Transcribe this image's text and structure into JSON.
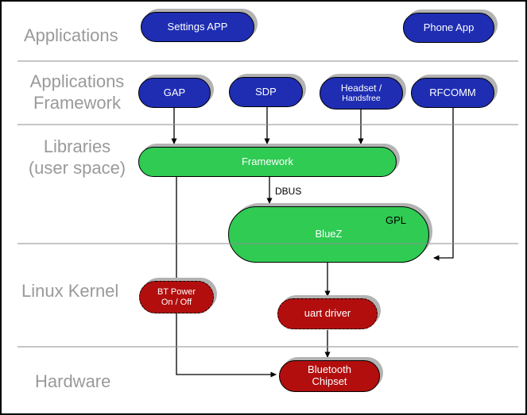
{
  "diagram": {
    "layers": {
      "applications": "Applications",
      "applications_framework_line1": "Applications",
      "applications_framework_line2": "Framework",
      "libraries_line1": "Libraries",
      "libraries_line2": "(user space)",
      "linux_kernel": "Linux Kernel",
      "hardware": "Hardware"
    },
    "nodes": {
      "settings_app": {
        "label": "Settings APP"
      },
      "phone_app": {
        "label": "Phone App"
      },
      "gap": {
        "label": "GAP"
      },
      "sdp": {
        "label": "SDP"
      },
      "headset": {
        "line1": "Headset /",
        "line2": "Handsfree"
      },
      "rfcomm": {
        "label": "RFCOMM"
      },
      "framework": {
        "label": "Framework"
      },
      "bluez": {
        "label": "BlueZ",
        "badge": "GPL"
      },
      "bt_power": {
        "line1": "BT Power",
        "line2": "On / Off"
      },
      "uart_driver": {
        "label": "uart driver"
      },
      "bluetooth_chipset": {
        "line1": "Bluetooth",
        "line2": "Chipset"
      }
    },
    "edge_labels": {
      "dbus": "DBUS"
    },
    "colors": {
      "app_node_blue": "#1e2db2",
      "userspace_node_green": "#2fcb53",
      "kernel_node_red": "#b30e0e",
      "layer_label_gray": "#9a9a9a",
      "divider_gray": "#8c8c8c",
      "node_shadow": "#b3b3b3",
      "connector_black": "#000000"
    }
  }
}
